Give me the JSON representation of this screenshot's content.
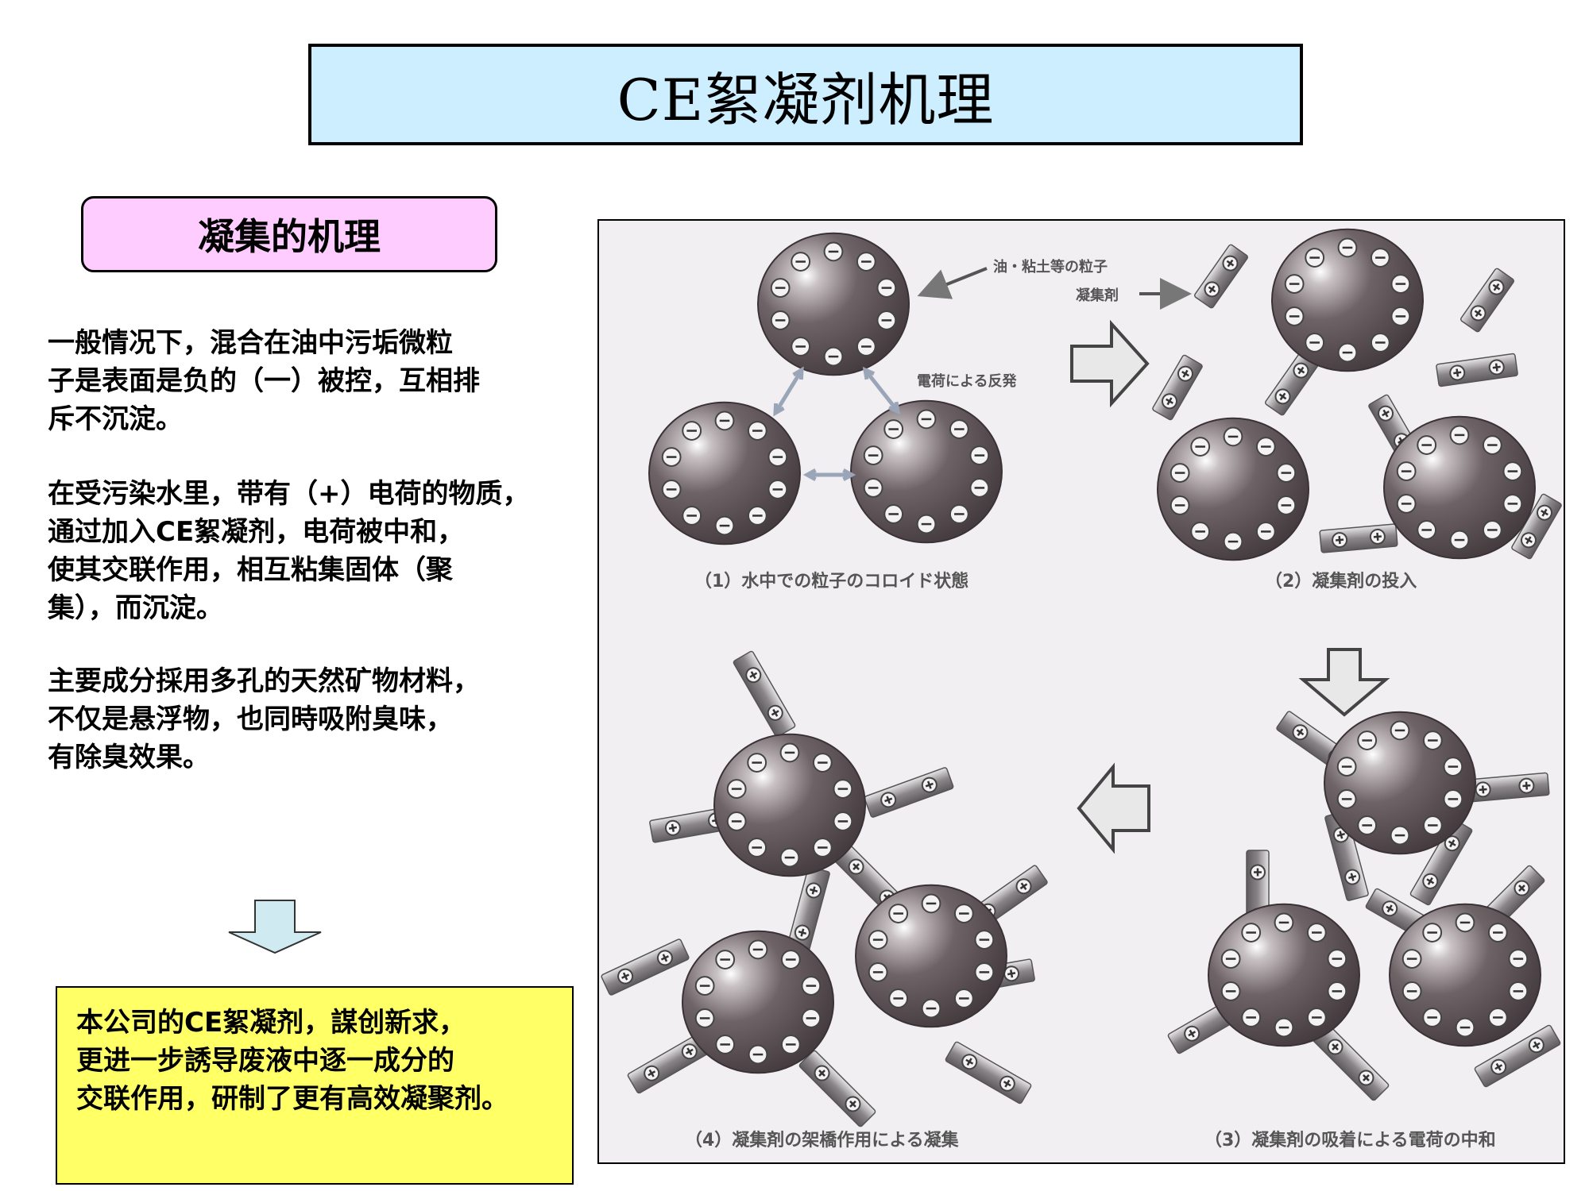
{
  "title": "CE絮凝剂机理",
  "subtitle": "凝集的机理",
  "paragraphs": [
    [
      "一般情况下，混合在油中污垢微粒",
      "子是表面是负的（一）被控，互相排",
      "斥不沉淀。"
    ],
    [
      "在受污染水里，带有（+）电荷的物质，",
      "通过加入CE絮凝剂，电荷被中和，",
      "使其交联作用，相互粘集固体（聚",
      "集），而沉淀。"
    ],
    [
      "主要成分採用多孔的天然矿物材料，",
      "不仅是悬浮物，也同時吸附臭味，",
      "有除臭效果。"
    ]
  ],
  "note": [
    "本公司的CE絮凝剂，謀创新求，",
    "更进一步誘导废液中逐一成分的",
    "交联作用，研制了更有高效凝聚剂。"
  ],
  "figure": {
    "label_particle": "油・粘土等の粒子",
    "label_agent": "凝集剤",
    "label_repulsion": "電荷による反発",
    "caption_1": "（1）水中での粒子のコロイド状態",
    "caption_2": "（2）凝集剤の投入",
    "caption_3": "（3）凝集剤の吸着による電荷の中和",
    "caption_4": "（4）凝集剤の架橋作用による凝集"
  },
  "colors": {
    "title_bg": "#cceeff",
    "subtitle_bg": "#ffccff",
    "note_bg": "#ffff66",
    "particle": "#5e5458",
    "arrow_fill": "#cfeaf0"
  }
}
